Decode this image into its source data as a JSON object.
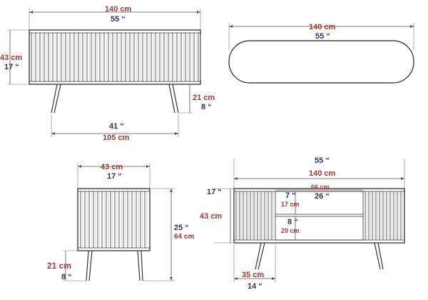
{
  "views": {
    "front": {
      "width_cm": "140 cm",
      "width_in": "55 “",
      "height_cm": "43 cm",
      "height_in": "17 “",
      "leg_height_cm": "21 cm",
      "leg_height_in": "8 “",
      "leg_span_in": "41 “",
      "leg_span_cm": "105 cm"
    },
    "top": {
      "width_cm": "140 cm",
      "width_in": "55 “"
    },
    "side": {
      "depth_cm": "43 cm",
      "depth_in": "17 “",
      "height_in": "25 “",
      "height_cm": "64 cm",
      "leg_height_cm": "21 cm",
      "leg_height_in": "8 “"
    },
    "open_front": {
      "width_in": "55 “",
      "width_cm": "140 cm",
      "height_in": "17 “",
      "height_cm": "43 cm",
      "shelf_width_cm": "66 cm",
      "shelf_width_in": "26 “",
      "upper_height_in": "7 “",
      "upper_height_cm": "17 cm",
      "lower_height_in": "8 “",
      "lower_height_cm": "20 cm",
      "door_width_cm": "35 cm",
      "door_width_in": "14 “"
    }
  },
  "colors": {
    "cm_text": "#a5382e",
    "inch_text": "#2c2f6f",
    "line": "#333333"
  }
}
